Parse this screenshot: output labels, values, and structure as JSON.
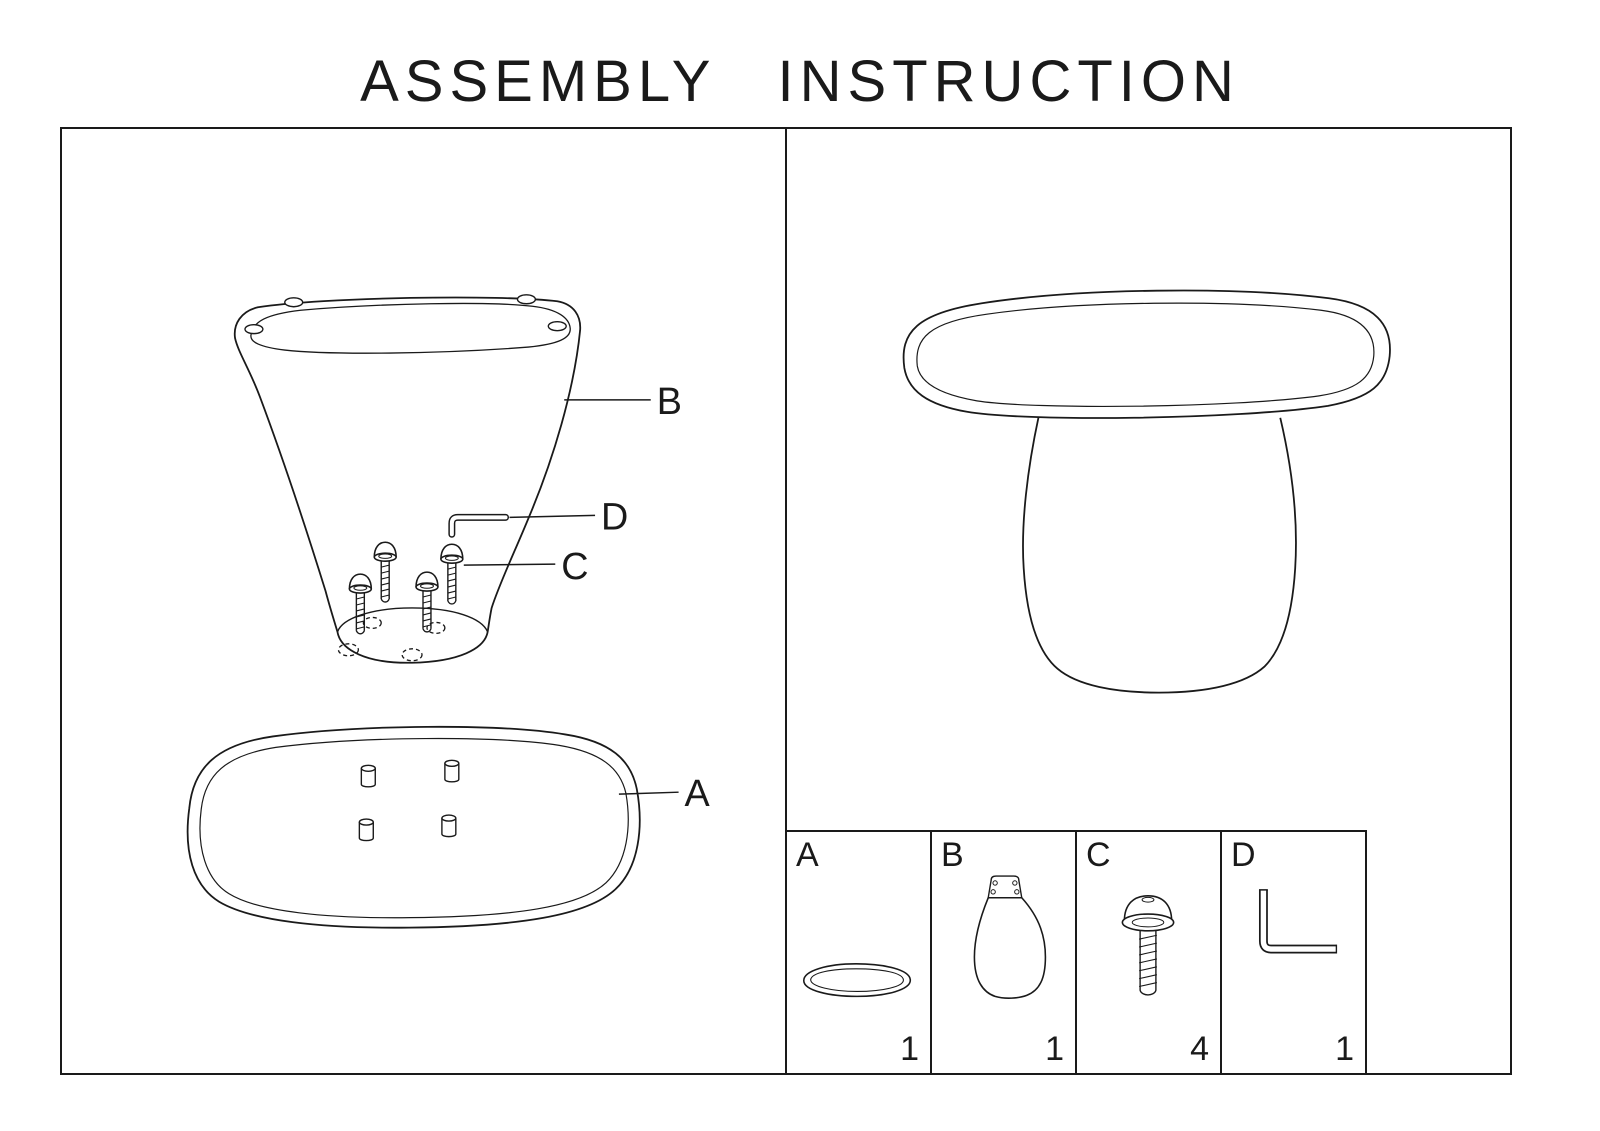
{
  "colors": {
    "ink": "#1a1a1a",
    "background": "#ffffff"
  },
  "title": "ASSEMBLY INSTRUCTION",
  "exploded_view": {
    "label_a": "A",
    "label_b": "B",
    "label_c": "C",
    "label_d": "D"
  },
  "parts": [
    {
      "letter": "A",
      "icon": "table-top-part",
      "qty": "1"
    },
    {
      "letter": "B",
      "icon": "pedestal-part",
      "qty": "1"
    },
    {
      "letter": "C",
      "icon": "screw-part",
      "qty": "4"
    },
    {
      "letter": "D",
      "icon": "allen-key-part",
      "qty": "1"
    }
  ]
}
